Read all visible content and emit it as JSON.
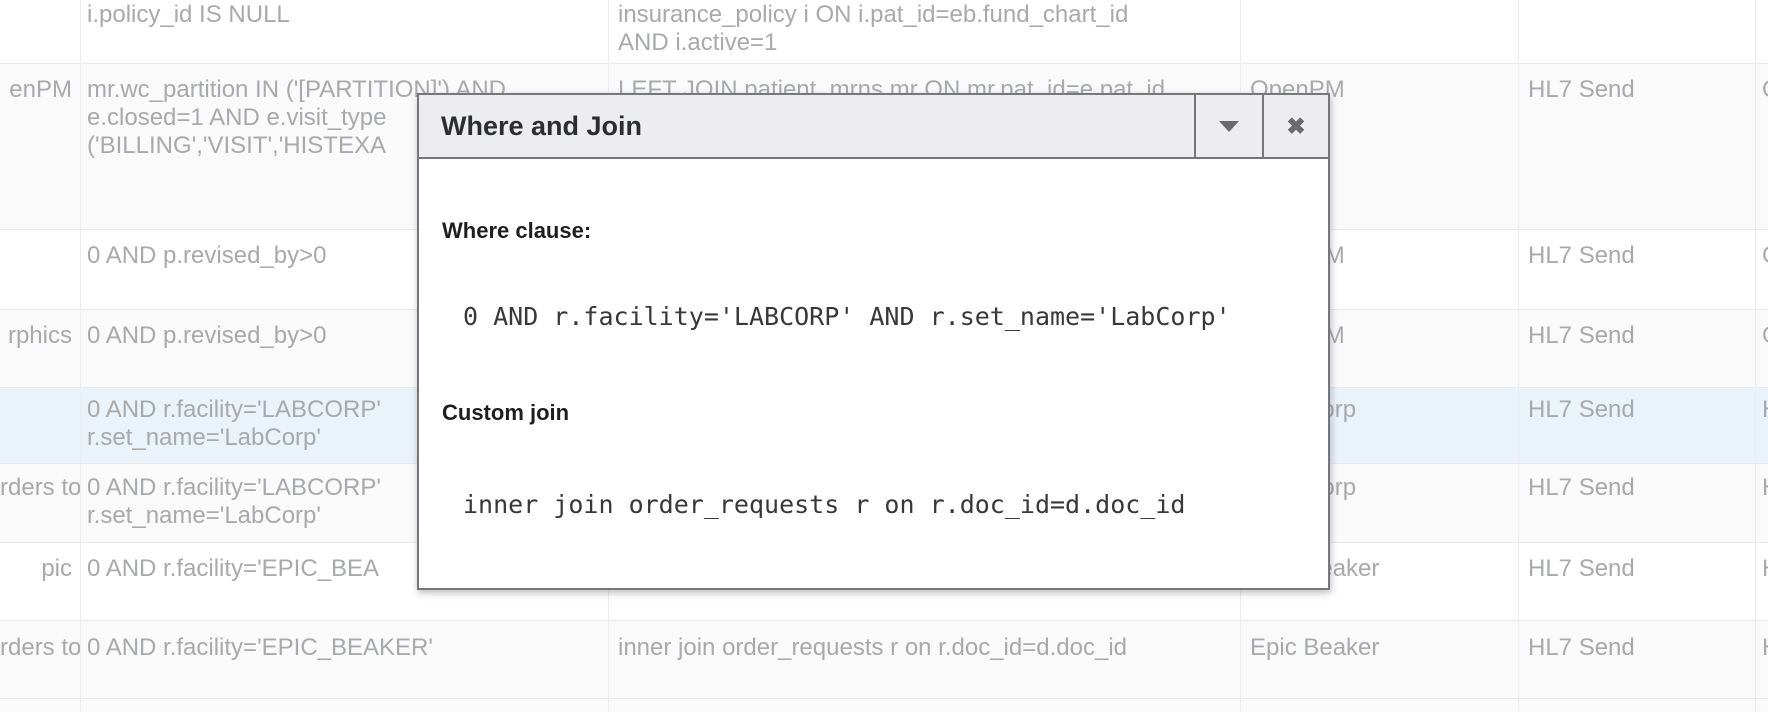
{
  "modal": {
    "title": "Where and Join",
    "close_icon": "✖",
    "where_label": "Where clause:",
    "where_value": "0 AND r.facility='LABCORP' AND r.set_name='LabCorp'",
    "join_label": "Custom join",
    "join_value": "inner join order_requests r on r.doc_id=d.doc_id"
  },
  "table": {
    "rows": [
      {
        "c1": "",
        "c2": [
          "i.policy_id IS NULL"
        ],
        "c3": [
          "insurance_policy i ON i.pat_id=eb.fund_chart_id",
          "AND i.active=1"
        ],
        "c4": "",
        "c5": "",
        "c6": ""
      },
      {
        "c1": "enPM",
        "c2": [
          "mr.wc_partition IN ('[PARTITION]') AND",
          "e.closed=1 AND e.visit_type",
          "('BILLING','VISIT','HISTEXA"
        ],
        "c3": [
          "LEFT JOIN patient_mrns mr ON mr.pat_id=e.pat_id"
        ],
        "c4": "OpenPM",
        "c5": "HL7 Send",
        "c6": "O"
      },
      {
        "c1": "",
        "c2": [
          "0 AND p.revised_by>0"
        ],
        "c3": [],
        "c4": "OpenPM",
        "c5": "HL7 Send",
        "c6": "O"
      },
      {
        "c1": "rphics",
        "c2": [
          "0 AND p.revised_by>0"
        ],
        "c3": [],
        "c4": "OpenPM",
        "c5": "HL7 Send",
        "c6": "O"
      },
      {
        "c1": "",
        "c2": [
          "0 AND r.facility='LABCORP'",
          "r.set_name='LabCorp'"
        ],
        "c3": [],
        "c4": "LabCorp",
        "c5": "HL7 Send",
        "c6": "H",
        "highlighted": true
      },
      {
        "c1": "rders to",
        "c2": [
          "0 AND r.facility='LABCORP'",
          "r.set_name='LabCorp'"
        ],
        "c3": [],
        "c4": "LabCorp",
        "c5": "HL7 Send",
        "c6": "H"
      },
      {
        "c1": "pic",
        "c2": [
          "0 AND r.facility='EPIC_BEA"
        ],
        "c3": [],
        "c4": "Epic Beaker",
        "c5": "HL7 Send",
        "c6": "H"
      },
      {
        "c1": "rders to",
        "c2": [
          "0 AND r.facility='EPIC_BEAKER'"
        ],
        "c3": [
          "inner join order_requests r on r.doc_id=d.doc_id"
        ],
        "c4": "Epic Beaker",
        "c5": "HL7 Send",
        "c6": "H"
      }
    ]
  },
  "colors": {
    "highlight_row": "#eaf2fa",
    "alt_row": "#fafafa",
    "table_text": "#a8a9ac",
    "modal_border": "#76777b",
    "modal_header_bg": "#ededf1",
    "modal_title_text": "#2c2d30"
  }
}
